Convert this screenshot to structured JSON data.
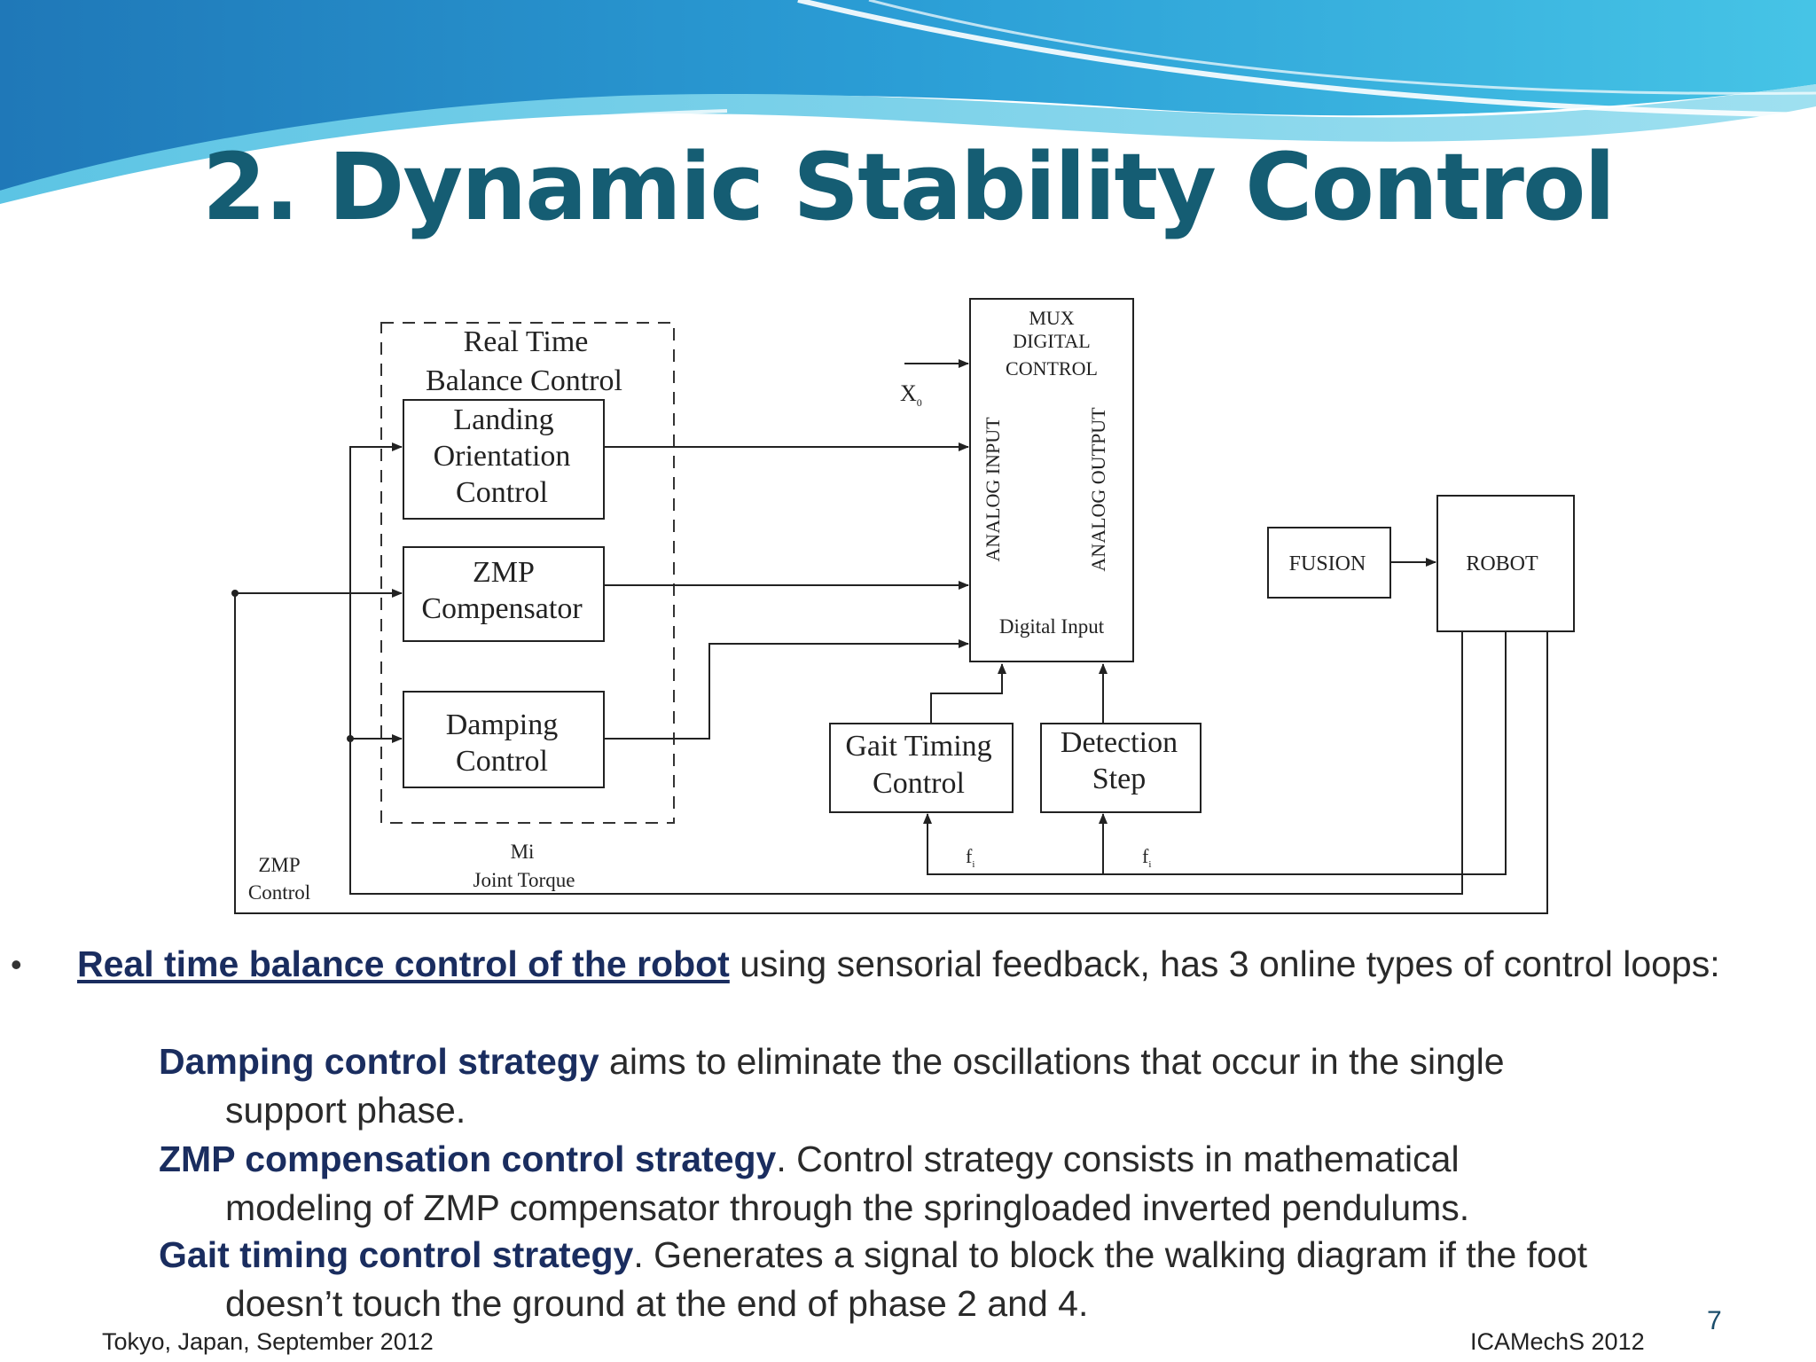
{
  "slide": {
    "title": "2. Dynamic Stability Control",
    "footer_left": "Tokyo, Japan, September 2012",
    "footer_right": "ICAMechS  2012",
    "page_number": "7"
  },
  "diagram": {
    "group_title_line1": "Real Time",
    "group_title_line2": "Balance Control",
    "landing_line1": "Landing",
    "landing_line2": "Orientation",
    "landing_line3": "Control",
    "zmp_line1": "ZMP",
    "zmp_line2": "Compensator",
    "damping_line1": "Damping",
    "damping_line2": "Control",
    "mux_line1": "MUX",
    "mux_line2": "DIGITAL",
    "mux_line3": "CONTROL",
    "analog_input": "ANALOG INPUT",
    "analog_output": "ANALOG OUTPUT",
    "digital_input": "Digital Input",
    "x0_label": "X",
    "x0_sub": "0",
    "gait_line1": "Gait Timing",
    "gait_line2": "Control",
    "detection_line1": "Detection",
    "detection_line2": "Step",
    "fusion": "FUSION",
    "robot": "ROBOT",
    "zmp_control_line1": "ZMP",
    "zmp_control_line2": "Control",
    "mi_line1": "Mi",
    "mi_line2": "Joint Torque",
    "fi_label_1": "f",
    "fi_label_2": "f",
    "fi_sub": "i"
  },
  "body": {
    "bullet_glyph": "•",
    "intro_bold": "Real time balance control of the robot",
    "intro_rest": " using sensorial feedback, has 3  online types of control loops:",
    "damping_bold": "Damping control strategy",
    "damping_rest_a": " aims to eliminate the oscillations that occur in the single",
    "damping_rest_b": "support phase.",
    "zmp_bold": "ZMP compensation control strategy",
    "zmp_rest_a": ".  Control strategy consists in mathematical",
    "zmp_rest_b": "modeling of ZMP compensator through the springloaded inverted pendulums.",
    "gait_bold": "Gait timing control strategy",
    "gait_rest_a": ". Generates a signal to block the walking diagram if the foot",
    "gait_rest_b": "doesn’t touch the ground at the end of phase 2 and 4."
  }
}
